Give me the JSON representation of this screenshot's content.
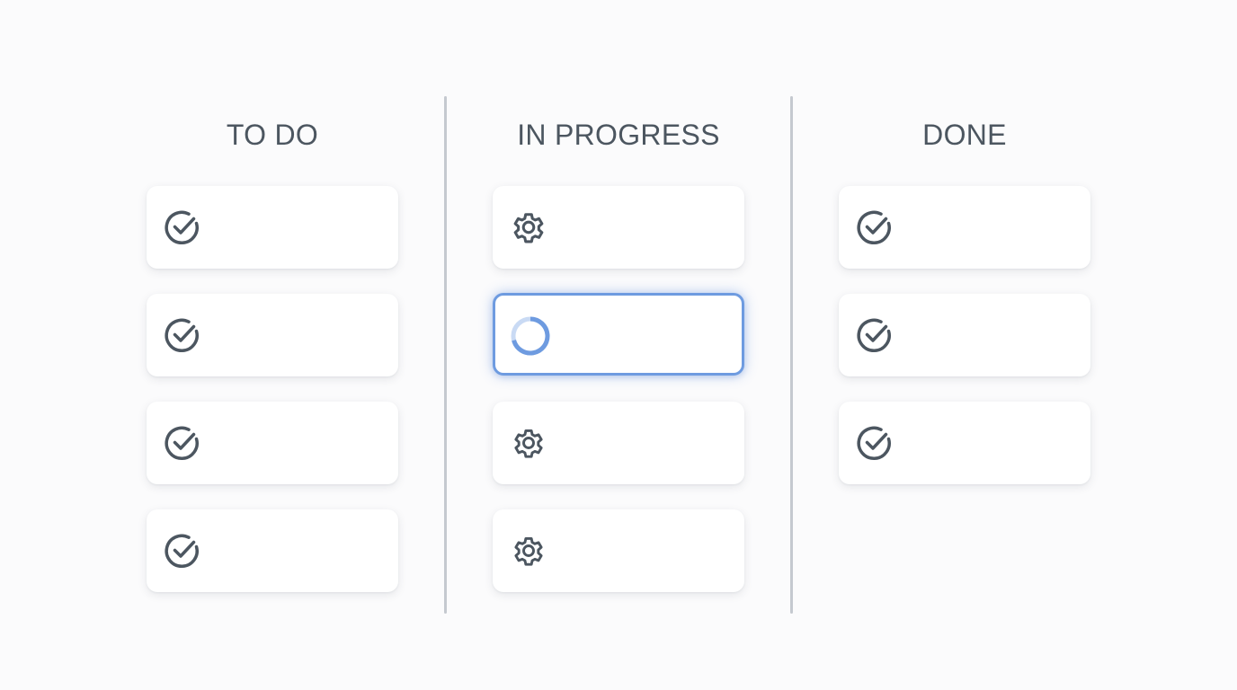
{
  "board": {
    "columns": [
      {
        "title": "TO DO",
        "cards": [
          {
            "icon": "check-circle-icon"
          },
          {
            "icon": "check-circle-icon"
          },
          {
            "icon": "check-circle-icon"
          },
          {
            "icon": "check-circle-icon"
          }
        ]
      },
      {
        "title": "IN PROGRESS",
        "cards": [
          {
            "icon": "gear-icon"
          },
          {
            "icon": "loading-spinner-icon",
            "selected": true
          },
          {
            "icon": "gear-icon"
          },
          {
            "icon": "gear-icon"
          }
        ]
      },
      {
        "title": "DONE",
        "cards": [
          {
            "icon": "check-circle-icon"
          },
          {
            "icon": "check-circle-icon"
          },
          {
            "icon": "check-circle-icon"
          }
        ]
      }
    ]
  },
  "colors": {
    "icon_gray": "#4c5660",
    "accent_blue": "#6e9be0",
    "divider_gray": "#c5c9cf"
  }
}
